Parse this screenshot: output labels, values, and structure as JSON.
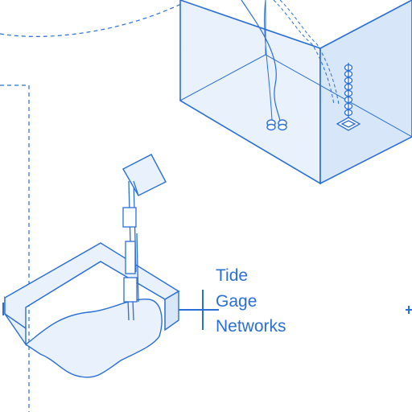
{
  "colors": {
    "stroke": "#2a6fd6",
    "fill": "#e8f1fc",
    "fill_dark": "#d7e6f8",
    "text": "#2a6fd6",
    "background": "#ffffff"
  },
  "label": {
    "line1": "Tide",
    "line2": "Gage",
    "line3": "Networks"
  },
  "icons": {
    "sensor_node": "circle-cluster",
    "sensor_string": "vertical-chain",
    "solar_panel": "square-panel"
  }
}
